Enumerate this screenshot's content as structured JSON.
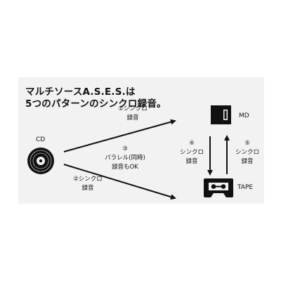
{
  "title": {
    "line1": "マルチソースA.S.E.S.は",
    "line2": "5つのパターンのシンクロ録音。"
  },
  "nodes": {
    "cd": "CD",
    "md": "MD",
    "tape": "TAPE"
  },
  "arrows": {
    "a1": {
      "num": "①",
      "line1": "シンクロ",
      "line2": "録音"
    },
    "a2": {
      "num": "②",
      "line1": "シンクロ",
      "line2": "録音"
    },
    "a3": {
      "num": "③",
      "line1": "パラレル(同時)",
      "line2": "録音もOK"
    },
    "a4": {
      "num": "④",
      "line1": "シンクロ",
      "line2": "録音"
    },
    "a5": {
      "num": "⑤",
      "line1": "シンクロ",
      "line2": "録音"
    }
  }
}
